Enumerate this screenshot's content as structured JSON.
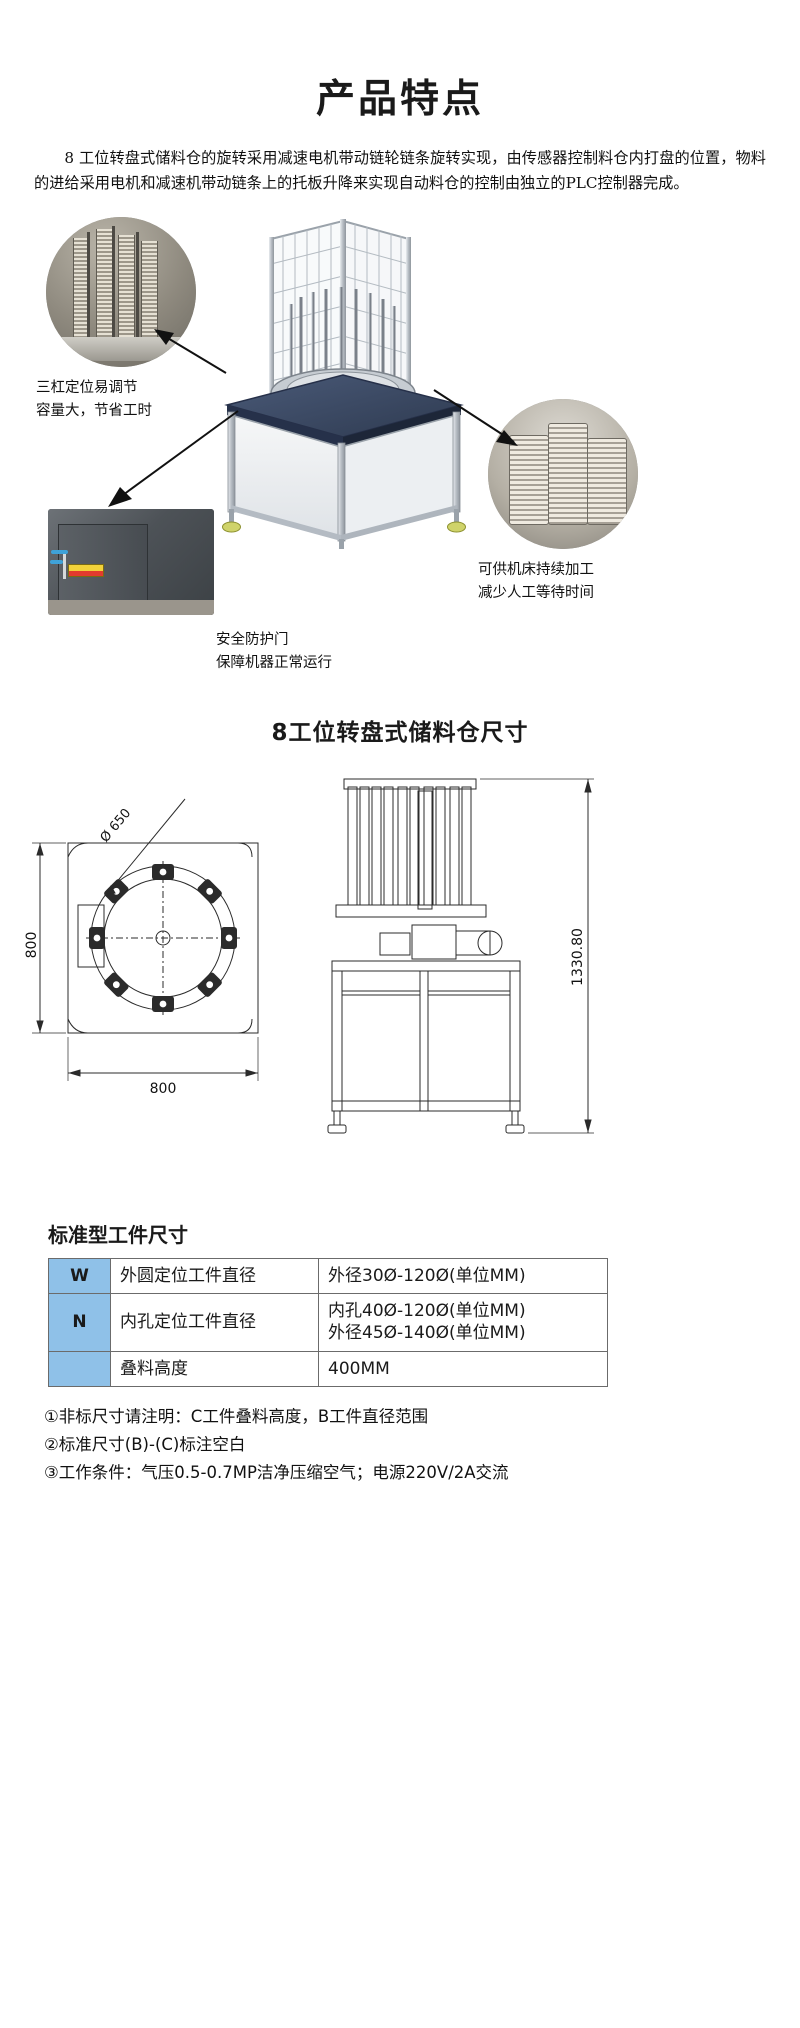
{
  "header": {
    "title": "产品特点",
    "intro": "8 工位转盘式储料仓的旋转采用减速电机带动链轮链条旋转实现，由传感器控制料仓内打盘的位置，物料的进给采用电机和减速机带动链条上的托板升降来实现自动料仓的控制由独立的PLC控制器完成。"
  },
  "montage": {
    "captions": {
      "rings": "三杠定位易调节\n容量大，节省工时",
      "plates": "可供机床持续加工\n减少人工等待时间",
      "cabinet": "安全防护门\n保障机器正常运行"
    },
    "photos": {
      "rings_alt": "三杠定位料仓照片",
      "plates_alt": "圆盘堆叠料仓照片",
      "cabinet_alt": "安全防护门机柜照片",
      "machine_alt": "8工位转盘式储料仓整机三维图"
    }
  },
  "dimensions": {
    "heading": "8工位转盘式储料仓尺寸",
    "top_view": {
      "diameter_label": "Ø 650",
      "height_label": "800",
      "width_label": "800"
    },
    "front_view": {
      "height_label": "1330.80"
    }
  },
  "spec": {
    "title": "标准型工件尺寸",
    "rows": [
      {
        "code": "W",
        "desc": "外圆定位工件直径",
        "value": "外径30Ø-120Ø(单位MM)"
      },
      {
        "code": "N",
        "desc": "内孔定位工件直径",
        "value": "内孔40Ø-120Ø(单位MM)\n外径45Ø-140Ø(单位MM)"
      },
      {
        "code": "",
        "desc": "叠料高度",
        "value": "400MM"
      }
    ]
  },
  "notes": [
    "①非标尺寸请注明：C工件叠料高度，B工件直径范围",
    "②标准尺寸(B)-(C)标注空白",
    "③工作条件：气压0.5-0.7MP洁净压缩空气；电源220V/2A交流"
  ],
  "colors": {
    "table_code_bg": "#8fc1e8",
    "table_border": "#6b6b6b",
    "text": "#111111"
  }
}
